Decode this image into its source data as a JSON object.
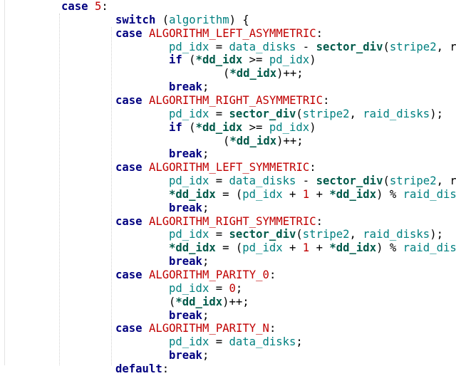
{
  "editor": {
    "lines": [
      {
        "indent": 0,
        "tokens": [
          {
            "t": "case",
            "c": "k"
          },
          {
            "t": " ",
            "c": "o"
          },
          {
            "t": "5",
            "c": "c"
          },
          {
            "t": ":",
            "c": "o"
          }
        ]
      },
      {
        "indent": 1,
        "tokens": [
          {
            "t": "switch",
            "c": "k"
          },
          {
            "t": " (",
            "c": "o"
          },
          {
            "t": "algorithm",
            "c": "s"
          },
          {
            "t": ") {",
            "c": "o"
          }
        ]
      },
      {
        "indent": 1,
        "tokens": [
          {
            "t": "case",
            "c": "k"
          },
          {
            "t": " ",
            "c": "o"
          },
          {
            "t": "ALGORITHM_LEFT_ASYMMETRIC",
            "c": "c"
          },
          {
            "t": ":",
            "c": "o"
          }
        ]
      },
      {
        "indent": 2,
        "tokens": [
          {
            "t": "pd_idx",
            "c": "s"
          },
          {
            "t": " = ",
            "c": "o"
          },
          {
            "t": "data_disks",
            "c": "s"
          },
          {
            "t": " - ",
            "c": "o"
          },
          {
            "t": "sector_div",
            "c": "f"
          },
          {
            "t": "(",
            "c": "o"
          },
          {
            "t": "stripe2",
            "c": "s"
          },
          {
            "t": ", r",
            "c": "o"
          }
        ]
      },
      {
        "indent": 2,
        "tokens": [
          {
            "t": "if",
            "c": "k"
          },
          {
            "t": " (",
            "c": "o"
          },
          {
            "t": "*dd_idx",
            "c": "f"
          },
          {
            "t": " >= ",
            "c": "o"
          },
          {
            "t": "pd_idx",
            "c": "s"
          },
          {
            "t": ")",
            "c": "o"
          }
        ]
      },
      {
        "indent": 3,
        "tokens": [
          {
            "t": "(",
            "c": "o"
          },
          {
            "t": "*dd_idx",
            "c": "f"
          },
          {
            "t": ")++;",
            "c": "o"
          }
        ]
      },
      {
        "indent": 2,
        "tokens": [
          {
            "t": "break",
            "c": "k"
          },
          {
            "t": ";",
            "c": "o"
          }
        ]
      },
      {
        "indent": 1,
        "tokens": [
          {
            "t": "case",
            "c": "k"
          },
          {
            "t": " ",
            "c": "o"
          },
          {
            "t": "ALGORITHM_RIGHT_ASYMMETRIC",
            "c": "c"
          },
          {
            "t": ":",
            "c": "o"
          }
        ]
      },
      {
        "indent": 2,
        "tokens": [
          {
            "t": "pd_idx",
            "c": "s"
          },
          {
            "t": " = ",
            "c": "o"
          },
          {
            "t": "sector_div",
            "c": "f"
          },
          {
            "t": "(",
            "c": "o"
          },
          {
            "t": "stripe2",
            "c": "s"
          },
          {
            "t": ", ",
            "c": "o"
          },
          {
            "t": "raid_disks",
            "c": "s"
          },
          {
            "t": ");",
            "c": "o"
          }
        ]
      },
      {
        "indent": 2,
        "tokens": [
          {
            "t": "if",
            "c": "k"
          },
          {
            "t": " (",
            "c": "o"
          },
          {
            "t": "*dd_idx",
            "c": "f"
          },
          {
            "t": " >= ",
            "c": "o"
          },
          {
            "t": "pd_idx",
            "c": "s"
          },
          {
            "t": ")",
            "c": "o"
          }
        ]
      },
      {
        "indent": 3,
        "tokens": [
          {
            "t": "(",
            "c": "o"
          },
          {
            "t": "*dd_idx",
            "c": "f"
          },
          {
            "t": ")++;",
            "c": "o"
          }
        ]
      },
      {
        "indent": 2,
        "tokens": [
          {
            "t": "break",
            "c": "k"
          },
          {
            "t": ";",
            "c": "o"
          }
        ]
      },
      {
        "indent": 1,
        "tokens": [
          {
            "t": "case",
            "c": "k"
          },
          {
            "t": " ",
            "c": "o"
          },
          {
            "t": "ALGORITHM_LEFT_SYMMETRIC",
            "c": "c"
          },
          {
            "t": ":",
            "c": "o"
          }
        ]
      },
      {
        "indent": 2,
        "tokens": [
          {
            "t": "pd_idx",
            "c": "s"
          },
          {
            "t": " = ",
            "c": "o"
          },
          {
            "t": "data_disks",
            "c": "s"
          },
          {
            "t": " - ",
            "c": "o"
          },
          {
            "t": "sector_div",
            "c": "f"
          },
          {
            "t": "(",
            "c": "o"
          },
          {
            "t": "stripe2",
            "c": "s"
          },
          {
            "t": ", r",
            "c": "o"
          }
        ]
      },
      {
        "indent": 2,
        "tokens": [
          {
            "t": "*dd_idx",
            "c": "f"
          },
          {
            "t": " = (",
            "c": "o"
          },
          {
            "t": "pd_idx",
            "c": "s"
          },
          {
            "t": " + ",
            "c": "o"
          },
          {
            "t": "1",
            "c": "c"
          },
          {
            "t": " + ",
            "c": "o"
          },
          {
            "t": "*dd_idx",
            "c": "f"
          },
          {
            "t": ") % ",
            "c": "o"
          },
          {
            "t": "raid_dis",
            "c": "s"
          }
        ]
      },
      {
        "indent": 2,
        "tokens": [
          {
            "t": "break",
            "c": "k"
          },
          {
            "t": ";",
            "c": "o"
          }
        ]
      },
      {
        "indent": 1,
        "tokens": [
          {
            "t": "case",
            "c": "k"
          },
          {
            "t": " ",
            "c": "o"
          },
          {
            "t": "ALGORITHM_RIGHT_SYMMETRIC",
            "c": "c"
          },
          {
            "t": ":",
            "c": "o"
          }
        ]
      },
      {
        "indent": 2,
        "tokens": [
          {
            "t": "pd_idx",
            "c": "s"
          },
          {
            "t": " = ",
            "c": "o"
          },
          {
            "t": "sector_div",
            "c": "f"
          },
          {
            "t": "(",
            "c": "o"
          },
          {
            "t": "stripe2",
            "c": "s"
          },
          {
            "t": ", ",
            "c": "o"
          },
          {
            "t": "raid_disks",
            "c": "s"
          },
          {
            "t": ");",
            "c": "o"
          }
        ]
      },
      {
        "indent": 2,
        "tokens": [
          {
            "t": "*dd_idx",
            "c": "f"
          },
          {
            "t": " = (",
            "c": "o"
          },
          {
            "t": "pd_idx",
            "c": "s"
          },
          {
            "t": " + ",
            "c": "o"
          },
          {
            "t": "1",
            "c": "c"
          },
          {
            "t": " + ",
            "c": "o"
          },
          {
            "t": "*dd_idx",
            "c": "f"
          },
          {
            "t": ") % ",
            "c": "o"
          },
          {
            "t": "raid_dis",
            "c": "s"
          }
        ]
      },
      {
        "indent": 2,
        "tokens": [
          {
            "t": "break",
            "c": "k"
          },
          {
            "t": ";",
            "c": "o"
          }
        ]
      },
      {
        "indent": 1,
        "tokens": [
          {
            "t": "case",
            "c": "k"
          },
          {
            "t": " ",
            "c": "o"
          },
          {
            "t": "ALGORITHM_PARITY_0",
            "c": "c"
          },
          {
            "t": ":",
            "c": "o"
          }
        ]
      },
      {
        "indent": 2,
        "tokens": [
          {
            "t": "pd_idx",
            "c": "s"
          },
          {
            "t": " = ",
            "c": "o"
          },
          {
            "t": "0",
            "c": "c"
          },
          {
            "t": ";",
            "c": "o"
          }
        ]
      },
      {
        "indent": 2,
        "tokens": [
          {
            "t": "(",
            "c": "o"
          },
          {
            "t": "*dd_idx",
            "c": "f"
          },
          {
            "t": ")++;",
            "c": "o"
          }
        ]
      },
      {
        "indent": 2,
        "tokens": [
          {
            "t": "break",
            "c": "k"
          },
          {
            "t": ";",
            "c": "o"
          }
        ]
      },
      {
        "indent": 1,
        "tokens": [
          {
            "t": "case",
            "c": "k"
          },
          {
            "t": " ",
            "c": "o"
          },
          {
            "t": "ALGORITHM_PARITY_N",
            "c": "c"
          },
          {
            "t": ":",
            "c": "o"
          }
        ]
      },
      {
        "indent": 2,
        "tokens": [
          {
            "t": "pd_idx",
            "c": "s"
          },
          {
            "t": " = ",
            "c": "o"
          },
          {
            "t": "data_disks",
            "c": "s"
          },
          {
            "t": ";",
            "c": "o"
          }
        ]
      },
      {
        "indent": 2,
        "tokens": [
          {
            "t": "break",
            "c": "k"
          },
          {
            "t": ";",
            "c": "o"
          }
        ]
      },
      {
        "indent": 1,
        "tokens": [
          {
            "t": "default",
            "c": "k"
          },
          {
            "t": ":",
            "c": "o"
          }
        ]
      }
    ],
    "colors": {
      "keyword": "#000080",
      "constant": "#c00000",
      "identifier": "#008080",
      "function": "#005a4a",
      "operator": "#000000",
      "background": "#ffffff"
    }
  }
}
